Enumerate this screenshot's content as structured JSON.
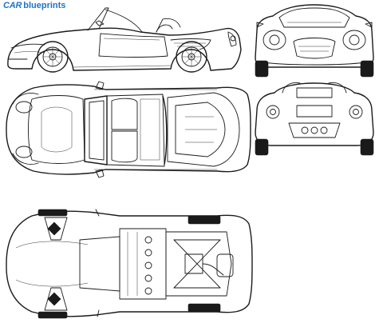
{
  "logo": {
    "brand": "CAR",
    "word": "blueprints"
  },
  "views": [
    "side",
    "front",
    "top",
    "rear",
    "bottom"
  ],
  "colors": {
    "logo_blue": "#1e73c8",
    "line": "#1a1a1a",
    "background": "#ffffff"
  }
}
